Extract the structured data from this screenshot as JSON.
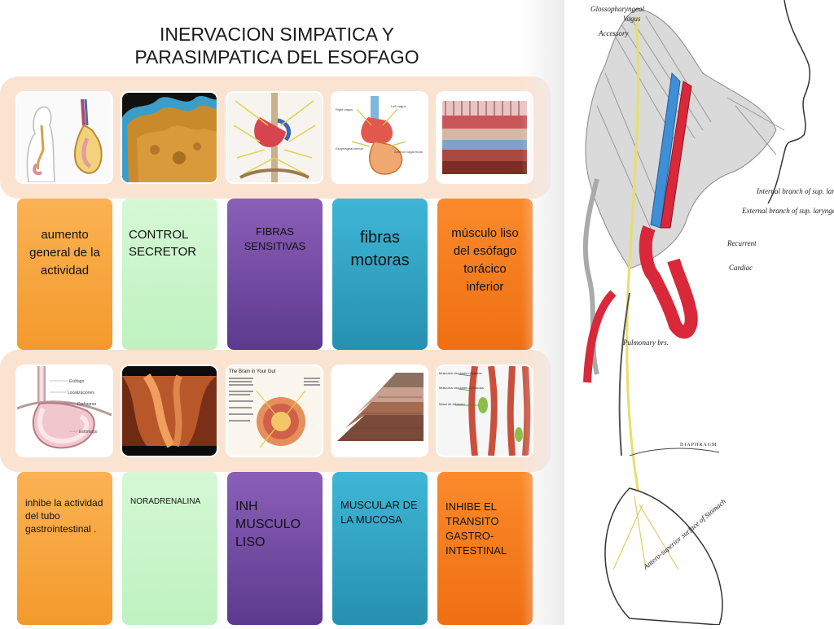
{
  "slide": {
    "title_line1": "INERVACION SIMPATICA Y",
    "title_line2": "PARASIMPATICA DEL ESOFAGO"
  },
  "row1": [
    {
      "text": "aumento general de la actividad"
    },
    {
      "text": "CONTROL SECRETOR"
    },
    {
      "text": "FIBRAS SENSITIVAS"
    },
    {
      "text": "fibras motoras"
    },
    {
      "text": "músculo liso del esófago torácico inferior"
    }
  ],
  "row2": [
    {
      "text": "inhibe la actividad del tubo gastrointestinal ."
    },
    {
      "text": "NORADRENALINA"
    },
    {
      "text": "INH MUSCULO LISO"
    },
    {
      "text": "MUSCULAR DE LA MUCOSA"
    },
    {
      "text": "INHIBE EL TRANSITO GASTRO- INTESTINAL"
    }
  ],
  "thumbnails": {
    "row2_col1_labels": [
      "Esófago",
      "Localizaciones",
      "Diafragma",
      "Estómago"
    ],
    "row2_col3_heading": "The Brain in Your Gut",
    "row2_col5_labels": [
      "Músculos circulares relajados",
      "Músculos circulares contraídos",
      "Masa de alimento"
    ]
  },
  "figure": {
    "labels": {
      "glossopharyngeal": "Glossopharyngeal",
      "vagus": "Vagus",
      "accessory": "Accessory",
      "internal_branch": "Internal branch of sup. laryngeal",
      "external_branch": "External branch of sup. laryngeal",
      "recurrent": "Recurrent",
      "cardiac": "Cardiac",
      "pulmonary": "Pulmonary brs.",
      "diaphragm": "DIAPHRAGM",
      "stomach": "Antero-superior surface of Stomach"
    }
  }
}
